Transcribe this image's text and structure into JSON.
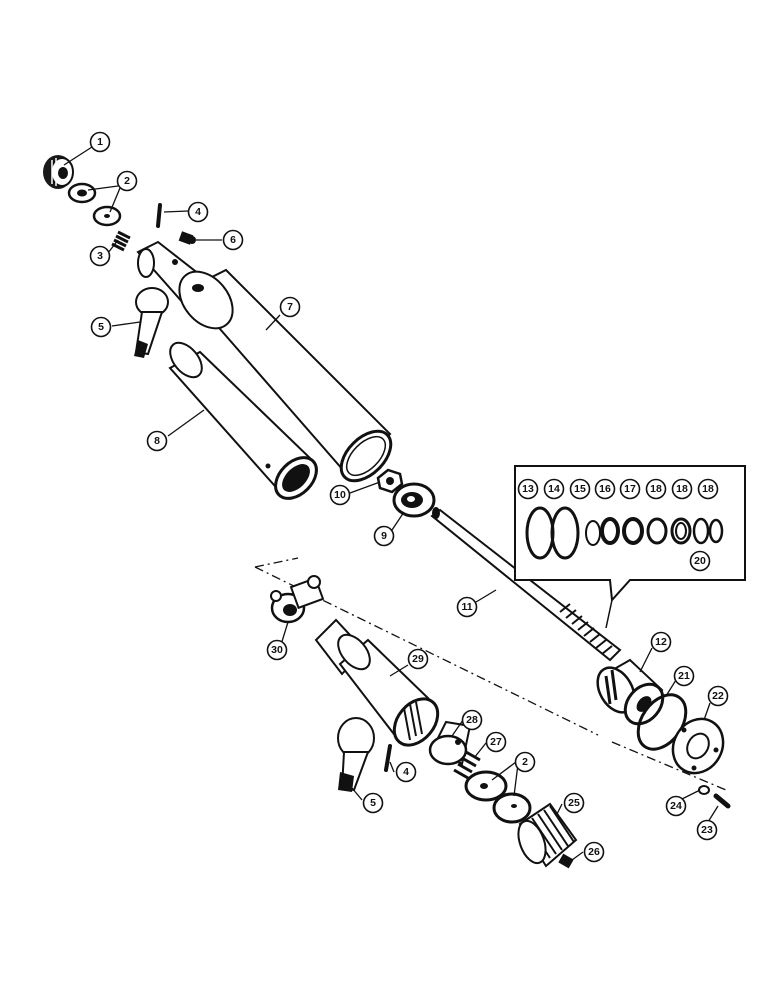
{
  "callouts": {
    "c1": "1",
    "c2a": "2",
    "c2b": "2",
    "c3": "3",
    "c4a": "4",
    "c4b": "4",
    "c5a": "5",
    "c5b": "5",
    "c6": "6",
    "c7": "7",
    "c8": "8",
    "c9": "9",
    "c10": "10",
    "c11": "11",
    "c12": "12",
    "c13": "13",
    "c14": "14",
    "c15": "15",
    "c16": "16",
    "c17": "17",
    "c18a": "18",
    "c18b": "18",
    "c18c": "18",
    "c20": "20",
    "c21": "21",
    "c22": "22",
    "c23": "23",
    "c24": "24",
    "c25": "25",
    "c26": "26",
    "c27": "27",
    "c28": "28",
    "c29": "29",
    "c30": "30"
  },
  "colors": {
    "ink": "#111111",
    "paper": "#ffffff"
  }
}
